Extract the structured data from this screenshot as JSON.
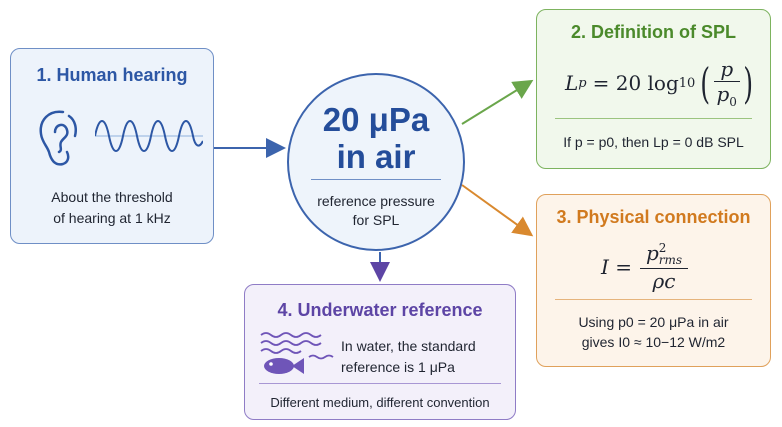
{
  "box1": {
    "title": "1. Human hearing",
    "text_line1": "About the threshold",
    "text_line2": "of hearing at 1 kHz"
  },
  "center": {
    "value": "20 μPa",
    "medium": "in air",
    "caption_line1": "reference pressure",
    "caption_line2": "for SPL"
  },
  "box2": {
    "title": "2. Definition of SPL",
    "formula_lhs": "L",
    "formula_lhs_sub": "p",
    "formula_eq": "= 20 log",
    "formula_log_base": "10",
    "formula_num": "p",
    "formula_den": "p",
    "formula_den_sub": "0",
    "note": "If p = p0, then Lp = 0 dB SPL"
  },
  "box3": {
    "title": "3. Physical connection",
    "formula_lhs": "I =",
    "formula_num": "p",
    "formula_num_sup": "2",
    "formula_num_sub": "rms",
    "formula_den": "ρc",
    "note_line1": "Using p0 = 20 μPa in air",
    "note_line2": "gives I0 ≈ 10−12 W/m2"
  },
  "box4": {
    "title": "4. Underwater reference",
    "text_line1": "In water, the standard",
    "text_line2": "reference is 1 μPa",
    "footer": "Different medium, different convention"
  },
  "colors": {
    "blue": "#3c64ad",
    "green": "#7db35f",
    "orange": "#e0a15b",
    "purple": "#6f55b8"
  },
  "icons": [
    "ear-icon",
    "sine-wave-icon",
    "water-waves-icon",
    "fish-icon"
  ]
}
